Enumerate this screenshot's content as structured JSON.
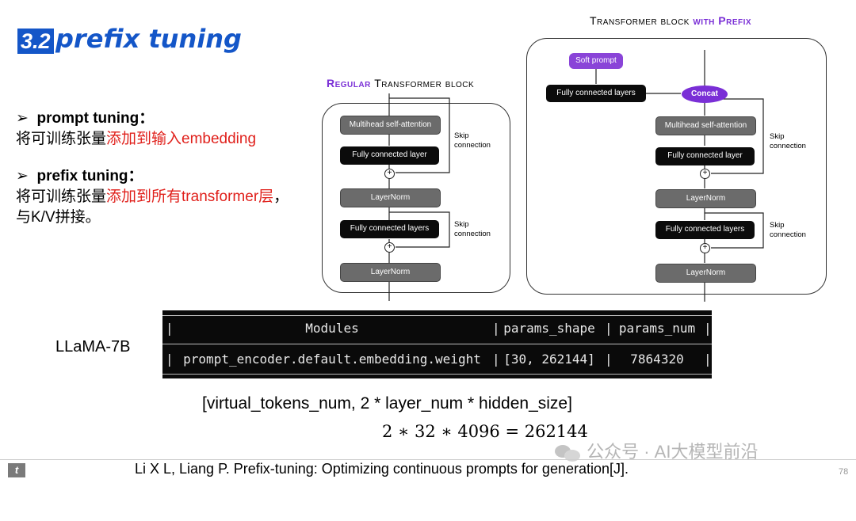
{
  "slide": {
    "title_number": "3.2",
    "title_text": "prefix tuning",
    "bullets": [
      {
        "marker": "➢",
        "heading": "prompt tuning：",
        "line1_plain": "将可训练张量",
        "line1_red": "添加到输入embedding"
      },
      {
        "marker": "➢",
        "heading": "prefix tuning：",
        "line1_plain": "将可训练张量",
        "line1_red": "添加到所有transformer层",
        "line1_tail": "，",
        "line2": "与K/V拼接。"
      }
    ]
  },
  "diagram_regular": {
    "title_part1": "Regular",
    "title_part2": "Transformer block",
    "multihead": "Multihead self-attention",
    "fc1": "Fully connected layer",
    "layernorm1": "LayerNorm",
    "fc2": "Fully connected layers",
    "layernorm2": "LayerNorm",
    "skip1": "Skip\nconnection",
    "skip2": "Skip\nconnection"
  },
  "diagram_prefix": {
    "title_part1": "Transformer block",
    "title_part2": "with Prefix",
    "soft_prompt": "Soft prompt",
    "fc_prefix": "Fully connected layers",
    "concat": "Concat",
    "multihead": "Multihead self-attention",
    "fc1": "Fully connected layer",
    "layernorm1": "LayerNorm",
    "fc2": "Fully connected layers",
    "layernorm2": "LayerNorm",
    "skip1": "Skip\nconnection",
    "skip2": "Skip\nconnection"
  },
  "model_label": "LLaMA-7B",
  "table": {
    "headers": [
      "Modules",
      "params_shape",
      "params_num"
    ],
    "rows": [
      [
        "prompt_encoder.default.embedding.weight",
        "[30, 262144]",
        "7864320"
      ]
    ]
  },
  "formula_shape": "[virtual_tokens_num, 2 * layer_num * hidden_size]",
  "formula_calc": "2 ∗ 32 ∗ 4096 = 262144",
  "watermark": "公众号 · AI大模型前沿",
  "citation": "Li X L, Liang P. Prefix-tuning: Optimizing continuous prompts for generation[J].",
  "page_number": "78",
  "colors": {
    "title_blue": "#1456c8",
    "highlight_red": "#e0201b",
    "prefix_purple": "#7a2fd6"
  }
}
